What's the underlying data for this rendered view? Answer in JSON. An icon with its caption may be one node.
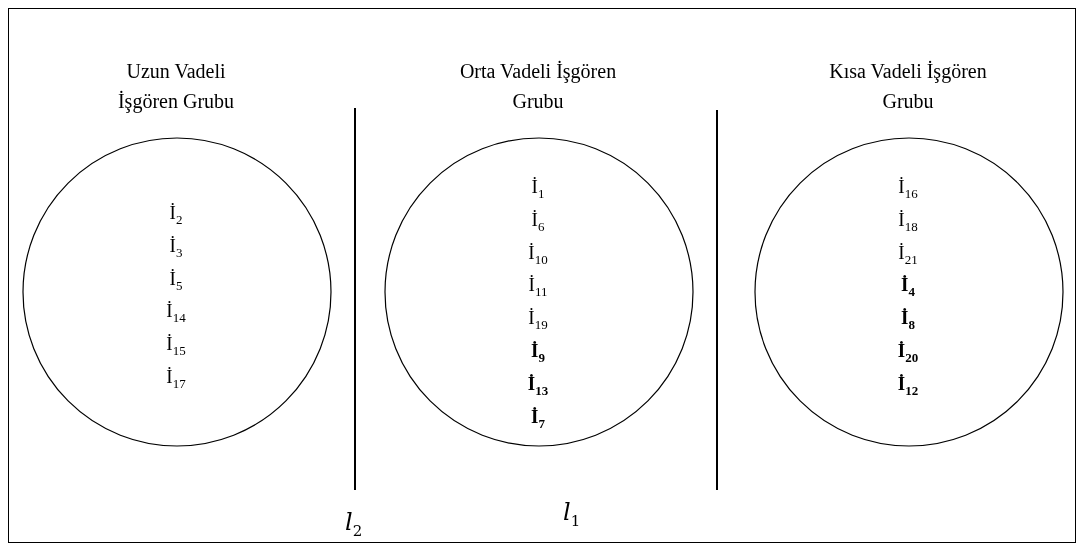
{
  "diagram": {
    "nodes": [
      {
        "text": [
          "Uzun Vadeli İşgören Grubu",
          "İ$_{2}$",
          "İ$_{3}$",
          "İ$_{5}$",
          "İ$_{14}$",
          "İ$_{15}$",
          "İ$_{17}$"
        ]
      },
      {
        "text": [
          "Orta Vadeli İşgören Grubu",
          "İ$_{1}$",
          "İ$_{6}$",
          "İ$_{10}$",
          "İ$_{11}$",
          "İ$_{19}$",
          "**İ$_{9}$**",
          "**İ$_{13}$**",
          "**İ$_{7}$**"
        ]
      },
      {
        "text": [
          "Kısa Vadeli İşgören Grubu",
          "İ$_{16}$",
          "İ$_{18}$",
          "İ$_{21}$",
          "**İ$_{4}$**",
          "**İ$_{8}$**",
          "**İ$_{20}$**",
          "**İ$_{12}$**"
        ]
      }
    ],
    "labels": [
      "*l*$_{2}$",
      "*l*$_{1}$"
    ]
  }
}
